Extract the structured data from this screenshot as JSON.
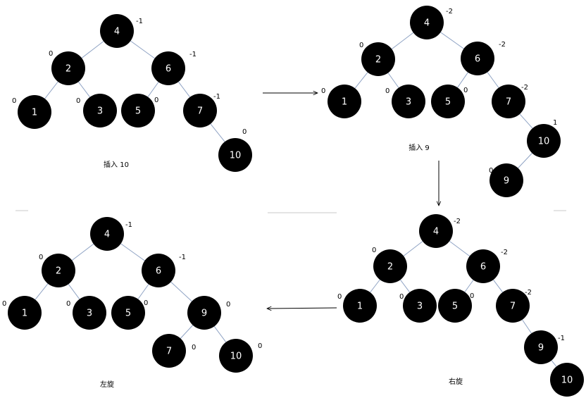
{
  "colors": {
    "node_fill": "#000000",
    "node_text": "#ffffff",
    "edge": "#8fa3c4",
    "arrow": "#000000"
  },
  "panels": [
    {
      "id": "insert-10",
      "caption": "插入 10",
      "nodes": [
        {
          "key": "4",
          "bf": "-1"
        },
        {
          "key": "2",
          "bf": "0"
        },
        {
          "key": "6",
          "bf": "-1"
        },
        {
          "key": "1",
          "bf": "0"
        },
        {
          "key": "3",
          "bf": "0"
        },
        {
          "key": "5",
          "bf": "0"
        },
        {
          "key": "7",
          "bf": "-1"
        },
        {
          "key": "10",
          "bf": "0"
        }
      ],
      "edges": [
        [
          "4",
          "2"
        ],
        [
          "4",
          "6"
        ],
        [
          "2",
          "1"
        ],
        [
          "2",
          "3"
        ],
        [
          "6",
          "5"
        ],
        [
          "6",
          "7"
        ],
        [
          "7",
          "10"
        ]
      ]
    },
    {
      "id": "insert-9",
      "caption": "插入 9",
      "nodes": [
        {
          "key": "4",
          "bf": "-2"
        },
        {
          "key": "2",
          "bf": "0"
        },
        {
          "key": "6",
          "bf": "-2"
        },
        {
          "key": "1",
          "bf": "0"
        },
        {
          "key": "3",
          "bf": "0"
        },
        {
          "key": "5",
          "bf": "0"
        },
        {
          "key": "7",
          "bf": "-2"
        },
        {
          "key": "10",
          "bf": "1"
        },
        {
          "key": "9",
          "bf": "0"
        }
      ],
      "edges": [
        [
          "4",
          "2"
        ],
        [
          "4",
          "6"
        ],
        [
          "2",
          "1"
        ],
        [
          "2",
          "3"
        ],
        [
          "6",
          "5"
        ],
        [
          "6",
          "7"
        ],
        [
          "7",
          "10"
        ],
        [
          "10",
          "9"
        ]
      ]
    },
    {
      "id": "right-rotate",
      "caption": "右旋",
      "nodes": [
        {
          "key": "4",
          "bf": "-2"
        },
        {
          "key": "2",
          "bf": "0"
        },
        {
          "key": "6",
          "bf": "-2"
        },
        {
          "key": "1",
          "bf": "0"
        },
        {
          "key": "3",
          "bf": "0"
        },
        {
          "key": "5",
          "bf": "0"
        },
        {
          "key": "7",
          "bf": "-2"
        },
        {
          "key": "9",
          "bf": "-1"
        },
        {
          "key": "10",
          "bf": ""
        }
      ],
      "edges": [
        [
          "4",
          "2"
        ],
        [
          "4",
          "6"
        ],
        [
          "2",
          "1"
        ],
        [
          "2",
          "3"
        ],
        [
          "6",
          "5"
        ],
        [
          "6",
          "7"
        ],
        [
          "7",
          "9"
        ],
        [
          "9",
          "10"
        ]
      ]
    },
    {
      "id": "left-rotate",
      "caption": "左旋",
      "nodes": [
        {
          "key": "4",
          "bf": "-1"
        },
        {
          "key": "2",
          "bf": "0"
        },
        {
          "key": "6",
          "bf": "-1"
        },
        {
          "key": "1",
          "bf": "0"
        },
        {
          "key": "3",
          "bf": "0"
        },
        {
          "key": "5",
          "bf": "0"
        },
        {
          "key": "9",
          "bf": "0"
        },
        {
          "key": "7",
          "bf": "0"
        },
        {
          "key": "10",
          "bf": "0"
        }
      ],
      "edges": [
        [
          "4",
          "2"
        ],
        [
          "4",
          "6"
        ],
        [
          "2",
          "1"
        ],
        [
          "2",
          "3"
        ],
        [
          "6",
          "5"
        ],
        [
          "6",
          "9"
        ],
        [
          "9",
          "7"
        ],
        [
          "9",
          "10"
        ]
      ]
    }
  ]
}
